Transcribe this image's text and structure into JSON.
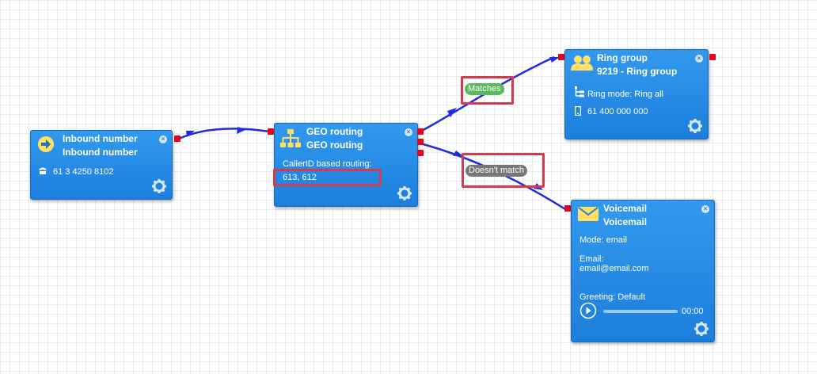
{
  "colors": {
    "wire": "#1d2be3",
    "port": "#e8001c",
    "node": "#2588e4",
    "matches": "#5cb85c",
    "nomatch": "#777777",
    "highlight": "#d63a4e"
  },
  "inbound": {
    "icon": "arrow-right-circle-icon",
    "title_line1": "Inbound number",
    "title_line2": "Inbound number",
    "phone_icon": "telephone-icon",
    "number": "61 3 4250 8102"
  },
  "geo": {
    "icon": "sitemap-icon",
    "title_line1": "GEO routing",
    "title_line2": "GEO routing",
    "rule_label": "CallerID based routing:",
    "rule_value": "613, 612"
  },
  "edges": {
    "matches_label": "Matches",
    "nomatch_label": "Doesn't match"
  },
  "ringgroup": {
    "icon": "users-icon",
    "title_line1": "Ring group",
    "title_line2": "9219 - Ring group",
    "mode_icon": "hierarchy-list-icon",
    "mode_text": "Ring mode: Ring all",
    "member_icon": "mobile-phone-icon",
    "member_number": "61 400 000 000"
  },
  "voicemail": {
    "icon": "envelope-icon",
    "title_line1": "Voicemail",
    "title_line2": "Voicemail",
    "mode_text": "Mode: email",
    "email_label": "Email:",
    "email_value": "email@email.com",
    "greeting_text": "Greeting: Default",
    "play_icon": "play-icon",
    "progress_fraction": 0,
    "time": "00:00"
  },
  "close_glyph": "×"
}
